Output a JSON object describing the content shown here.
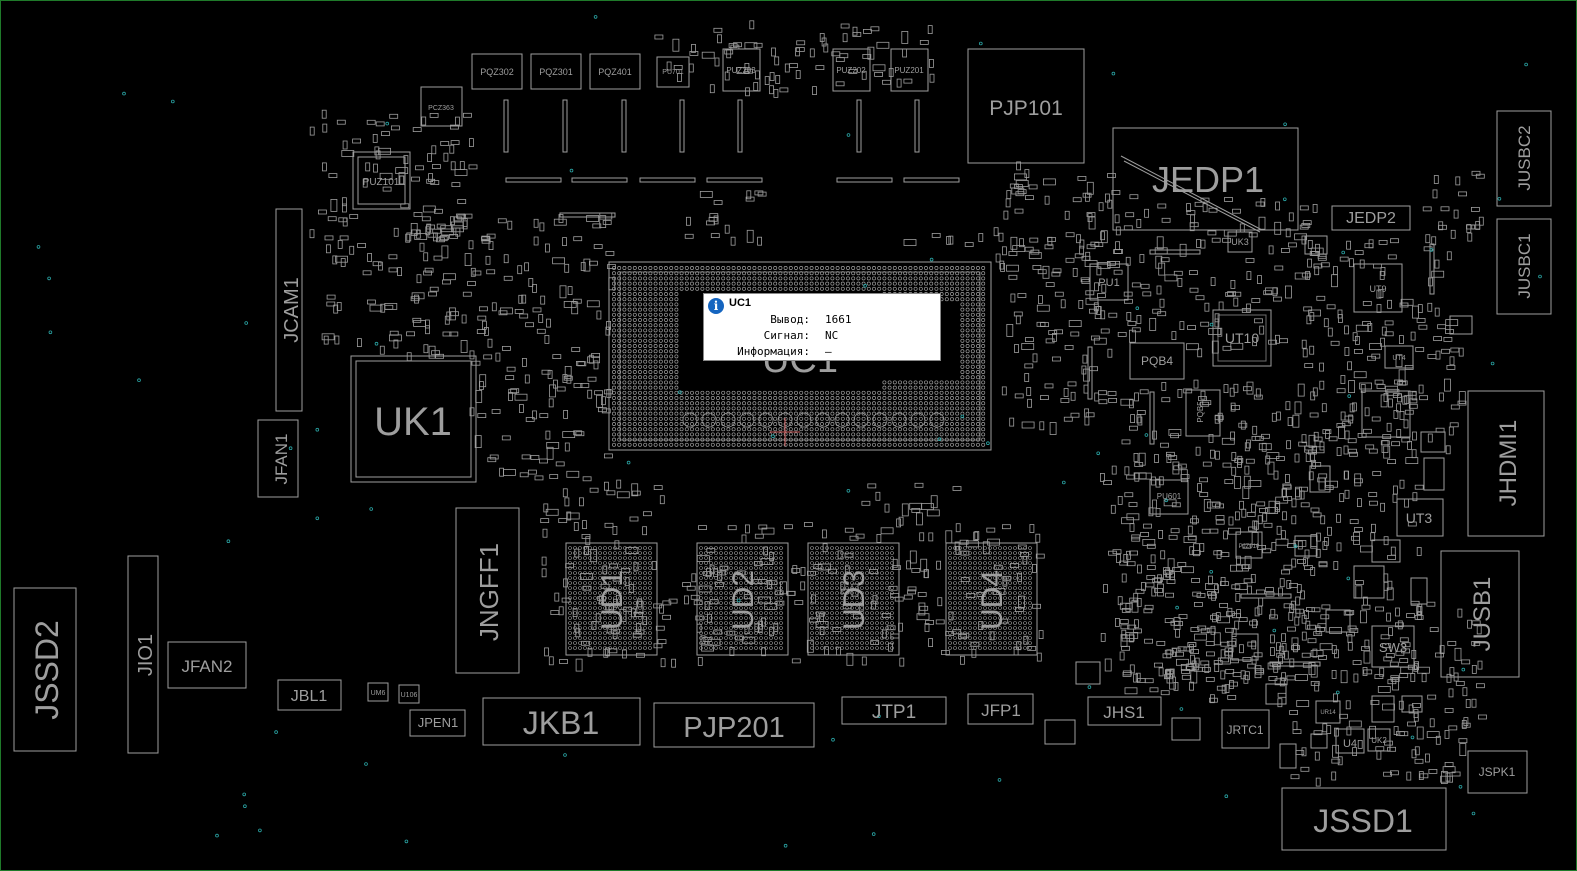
{
  "colors": {
    "background": "#000000",
    "outline": "#9e9e9e",
    "via": "#2aa6a6",
    "border": "#1f7a2a",
    "crosshair": "#d06060"
  },
  "components": {
    "labels": [
      "UK1",
      "UC1",
      "JCAM1",
      "JFAN1",
      "JSSD2",
      "JIO1",
      "JFAN2",
      "JBL1",
      "JPEN1",
      "JKB1",
      "PJP201",
      "JTP1",
      "JFP1",
      "JHS1",
      "JRTC1",
      "JNGFF1",
      "UD1",
      "UD2",
      "UD3",
      "UD4",
      "PJP101",
      "JEDP1",
      "JEDP2",
      "JUSBC2",
      "JUSBC1",
      "JHDMI1",
      "UT3",
      "JUSB1",
      "SW3",
      "JSPK1",
      "JSSD1",
      "PU1",
      "PQB4",
      "UT10",
      "UK3",
      "UT9",
      "PQZ302",
      "PQZ301",
      "PQZ401",
      "PU701",
      "PUZ203",
      "PUZ202",
      "PUZ201",
      "PCZ363",
      "PUZ101",
      "UR14",
      "UK2",
      "U4",
      "PQB5",
      "PU601",
      "UM6",
      "U106",
      "PJZ010",
      "UT4"
    ]
  },
  "tooltip": {
    "title": "UC1",
    "rows": [
      {
        "key": "Вывод:",
        "value": "1661"
      },
      {
        "key": "Сигнал:",
        "value": "NC"
      },
      {
        "key": "Информация:",
        "value": "—"
      }
    ]
  }
}
